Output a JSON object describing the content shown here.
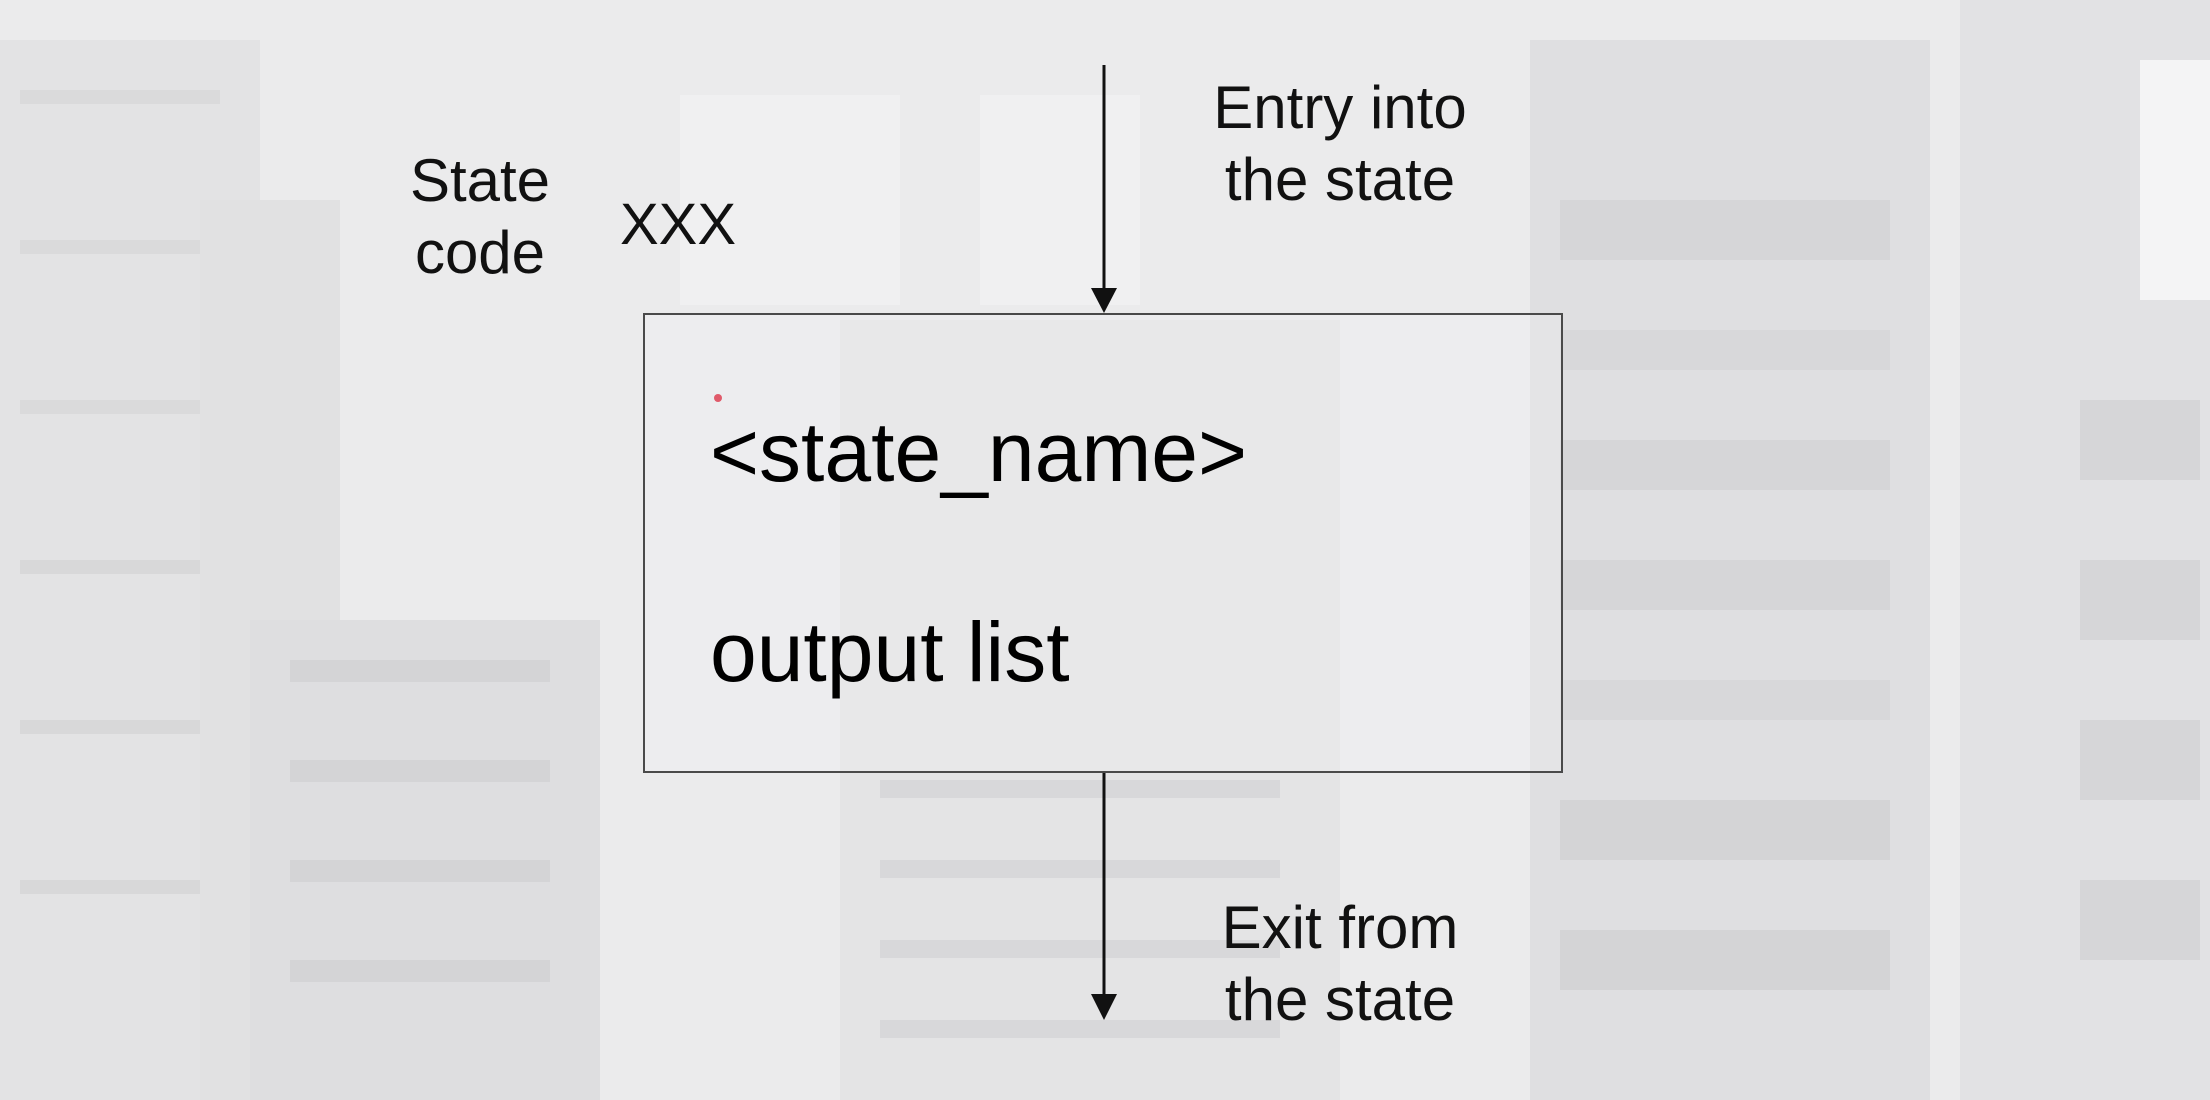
{
  "state_code": {
    "label": "State\ncode",
    "value": "XXX"
  },
  "entry": {
    "label": "Entry into\nthe state"
  },
  "state_box": {
    "name": "<state_name>",
    "outputs": "output list"
  },
  "exit": {
    "label": "Exit from\nthe state"
  },
  "colors": {
    "background": "#e9e9ea",
    "arrow": "#111111",
    "box_border": "#4a4a4a",
    "pointer_dot": "#e05a6a"
  }
}
